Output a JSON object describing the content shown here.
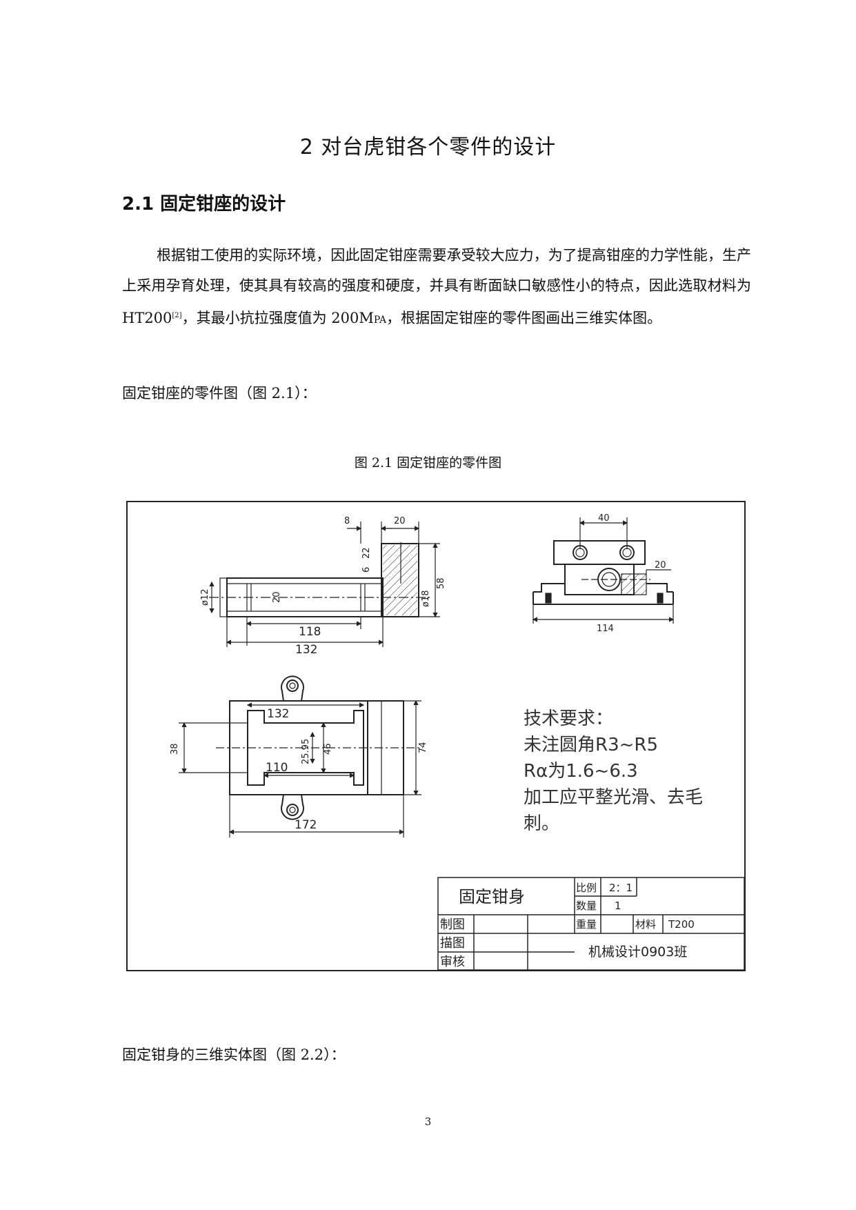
{
  "chapter_title": "2 对台虎钳各个零件的设计",
  "section_title": "2.1 固定钳座的设计",
  "paragraph": {
    "part1": "根据钳工使用的实际环境，因此固定钳座需要承受较大应力，为了提高钳座的力学性能，生产上采用孕育处理，使其具有较高的强度和硬度，并具有断面缺口敏感性小的特点，因此选取材料为 HT200",
    "ref": "[2]",
    "part2": "，其最小抗拉强度值为 200M",
    "unit_small": "PA",
    "part3": "，根据固定钳座的零件图画出三维实体图。"
  },
  "figure_intro": "固定钳座的零件图（图 2.1）：",
  "figure_caption": "图 2.1 固定钳座的零件图",
  "drawing": {
    "dims_front": [
      "8",
      "20",
      "22",
      "6",
      "58",
      "ø12",
      "20",
      "ø18",
      "118",
      "132"
    ],
    "dims_side": [
      "40",
      "20",
      "114"
    ],
    "dims_top": [
      "132",
      "38",
      "25.95",
      "46",
      "74",
      "110",
      "172"
    ],
    "tech_requirements": {
      "title": "技术要求：",
      "line1": "未注圆角R3~R5",
      "line2": "Rα为1.6~6.3",
      "line3": "加工应平整光滑、去毛",
      "line4": "刺。"
    },
    "title_block": {
      "part_name": "固定钳身",
      "scale_label": "比例",
      "scale_value": "2：1",
      "quantity_label": "数量",
      "quantity_value": "1",
      "weight_label": "重量",
      "material_label": "材料",
      "material_value": "T200",
      "drawn_label": "制图",
      "traced_label": "描图",
      "checked_label": "审核",
      "class_name": "机械设计0903班"
    }
  },
  "figure22_intro": "固定钳身的三维实体图（图 2.2）：",
  "page_number": "3"
}
